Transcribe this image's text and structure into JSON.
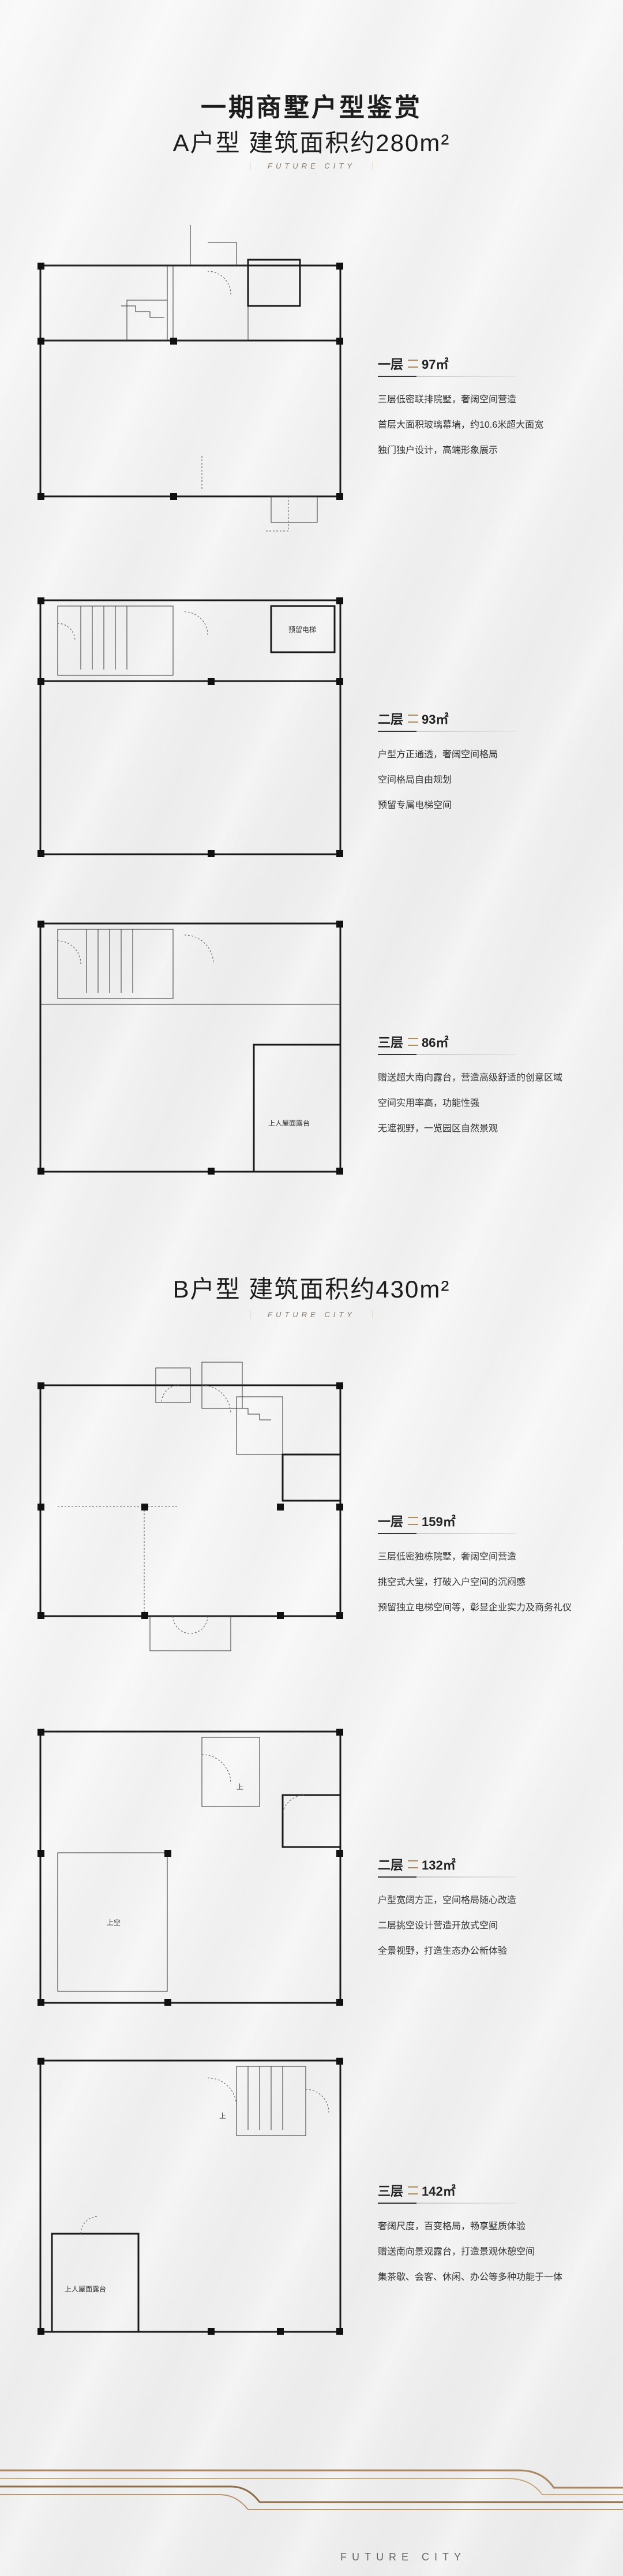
{
  "section_a": {
    "title_line1": "一期商墅户型鉴赏",
    "title_line2": "A户型  建筑面积约280m²",
    "tagline": "FUTURE CITY",
    "floors": [
      {
        "floor": "一层",
        "area": "97㎡",
        "lines": [
          "三层低密联排院墅，奢阔空间营造",
          "首层大面积玻璃幕墙，约10.6米超大面宽",
          "独门独户设计，高端形象展示"
        ]
      },
      {
        "floor": "二层",
        "area": "93㎡",
        "lines": [
          "户型方正通透，奢阔空间格局",
          "空间格局自由规划",
          "预留专属电梯空间"
        ],
        "plan_label": "预留电梯"
      },
      {
        "floor": "三层",
        "area": "86㎡",
        "lines": [
          "赠送超大南向露台，营造高级舒适的创意区域",
          "空间实用率高，功能性强",
          "无遮视野，一览园区自然景观"
        ],
        "plan_label": "上人屋面露台"
      }
    ]
  },
  "section_b": {
    "title": "B户型  建筑面积约430m²",
    "tagline": "FUTURE CITY",
    "floors": [
      {
        "floor": "一层",
        "area": "159㎡",
        "lines": [
          "三层低密独栋院墅，奢阔空间营造",
          "挑空式大堂，打破入户空间的沉闷感",
          "预留独立电梯空间等，彰显企业实力及商务礼仪"
        ]
      },
      {
        "floor": "二层",
        "area": "132㎡",
        "lines": [
          "户型宽阔方正，空间格局随心改造",
          "二层挑空设计营造开放式空间",
          "全景视野，打造生态办公新体验"
        ],
        "plan_label": "上空",
        "plan_label2": "上"
      },
      {
        "floor": "三层",
        "area": "142㎡",
        "lines": [
          "奢阔尺度，百变格局，畅享墅质体验",
          "赠送南向景观露台，打造景观休憩空间",
          "集茶歇、会客、休闲、办公等多种功能于一体"
        ],
        "plan_label": "上人屋面露台"
      }
    ]
  },
  "footer": {
    "text": "FUTURE CITY"
  }
}
